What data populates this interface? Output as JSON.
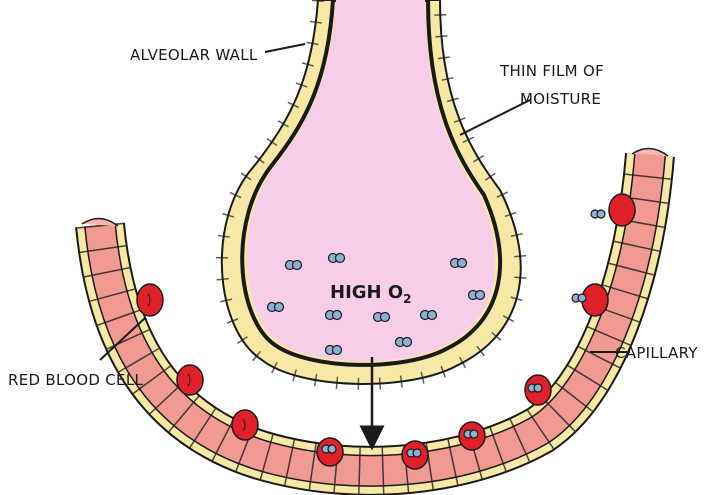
{
  "labels": {
    "alveolar_wall": "ALVEOLAR WALL",
    "thin_film_line1": "THIN FILM OF",
    "thin_film_line2": "MOISTURE",
    "red_blood_cell": "RED BLOOD CELL",
    "capillary": "CAPILLARY",
    "high_o2_main": "HIGH O",
    "high_o2_sub": "2"
  },
  "colors": {
    "alveolus_fill": "#f7cdea",
    "wall_cell": "#f7e8a6",
    "capillary_fill": "#f19a92",
    "capillary_cut": "#f6b4b3",
    "rbc_fill": "#e0212a",
    "oxygen": "#8fb0d4",
    "outline": "#1a1a1a"
  },
  "icons": [
    "oxygen-molecule-icon",
    "diffusion-arrow-icon"
  ]
}
